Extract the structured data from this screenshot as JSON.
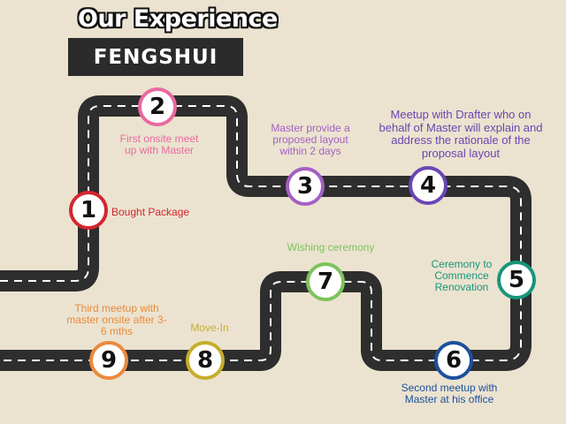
{
  "title": "Our Experience",
  "subtitle": "FENGSHUI",
  "colors": {
    "background": "#ebe3cf",
    "road": "#2e2e2e",
    "road_marking": "#ffffff"
  },
  "steps": [
    {
      "number": "1",
      "label": "Bought Package",
      "color": "#d32531"
    },
    {
      "number": "2",
      "label": "First onsite meet up with Master",
      "color": "#e86aa0"
    },
    {
      "number": "3",
      "label": "Master provide a proposed layout within 2 days",
      "color": "#a45fc4"
    },
    {
      "number": "4",
      "label": "Meetup with Drafter who on behalf of Master will explain and address the rationale of the proposal layout",
      "color": "#6a45b3"
    },
    {
      "number": "5",
      "label": "Ceremony to Commence Renovation",
      "color": "#17967c"
    },
    {
      "number": "6",
      "label": "Second meetup with Master at his office",
      "color": "#1d4f9c"
    },
    {
      "number": "7",
      "label": "Wishing ceremony",
      "color": "#7cc35b"
    },
    {
      "number": "8",
      "label": "Move-In",
      "color": "#c7ad2b"
    },
    {
      "number": "9",
      "label": "Third meetup with master onsite after 3-6 mths",
      "color": "#ea8a3c"
    }
  ]
}
